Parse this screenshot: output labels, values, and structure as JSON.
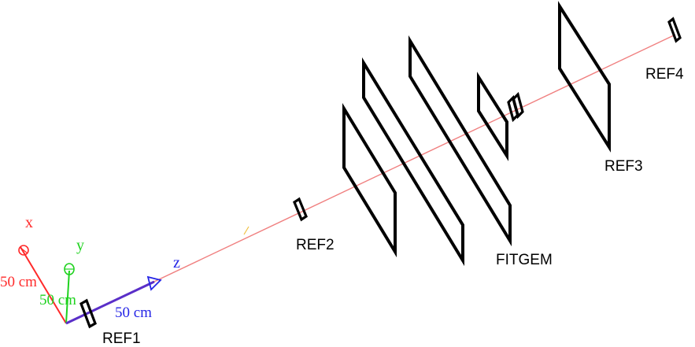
{
  "colors": {
    "x_axis": "#ff2a2a",
    "y_axis": "#1fd21f",
    "z_axis": "#2525e6",
    "beam": "#f08080",
    "track_mark": "#f0c040",
    "detector": "#000000"
  },
  "axes": {
    "x_label": "x",
    "y_label": "y",
    "z_label": "z",
    "x_length": "50 cm",
    "y_length": "50 cm",
    "z_length": "50 cm"
  },
  "detectors": {
    "ref1": "REF1",
    "ref2": "REF2",
    "fitgem": "FITGEM",
    "ref3": "REF3",
    "ref4": "REF4"
  }
}
